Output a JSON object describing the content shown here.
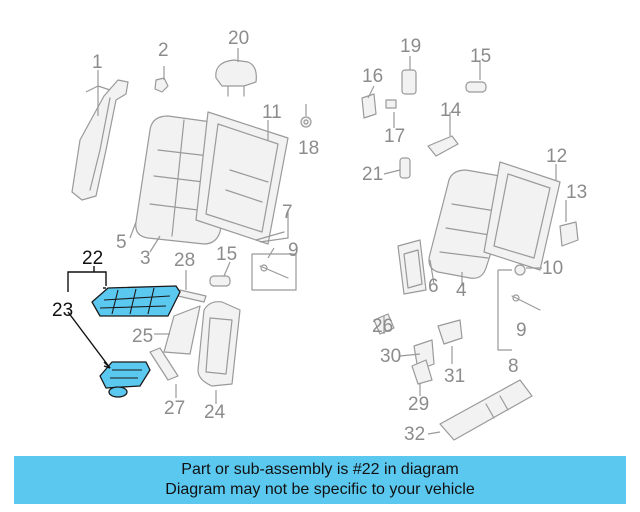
{
  "callouts": {
    "c1": "1",
    "c2": "2",
    "c3": "3",
    "c4": "4",
    "c5": "5",
    "c6": "6",
    "c7": "7",
    "c8": "8",
    "c9a": "9",
    "c9b": "9",
    "c10": "10",
    "c11": "11",
    "c12": "12",
    "c13": "13",
    "c14": "14",
    "c15a": "15",
    "c15b": "15",
    "c16": "16",
    "c17": "17",
    "c18": "18",
    "c19": "19",
    "c20": "20",
    "c21": "21",
    "c22": "22",
    "c23": "23",
    "c24": "24",
    "c25": "25",
    "c26": "26",
    "c27": "27",
    "c28": "28",
    "c29": "29",
    "c30": "30",
    "c31": "31",
    "c32": "32"
  },
  "highlighted_part": "22",
  "colors": {
    "banner": "#5bc8f0",
    "highlight": "#5bc8f0",
    "part_line": "#9a9a9a"
  },
  "banner": {
    "line1": "Part or sub-assembly is #22 in diagram",
    "line2": "Diagram may not be specific to your vehicle"
  }
}
